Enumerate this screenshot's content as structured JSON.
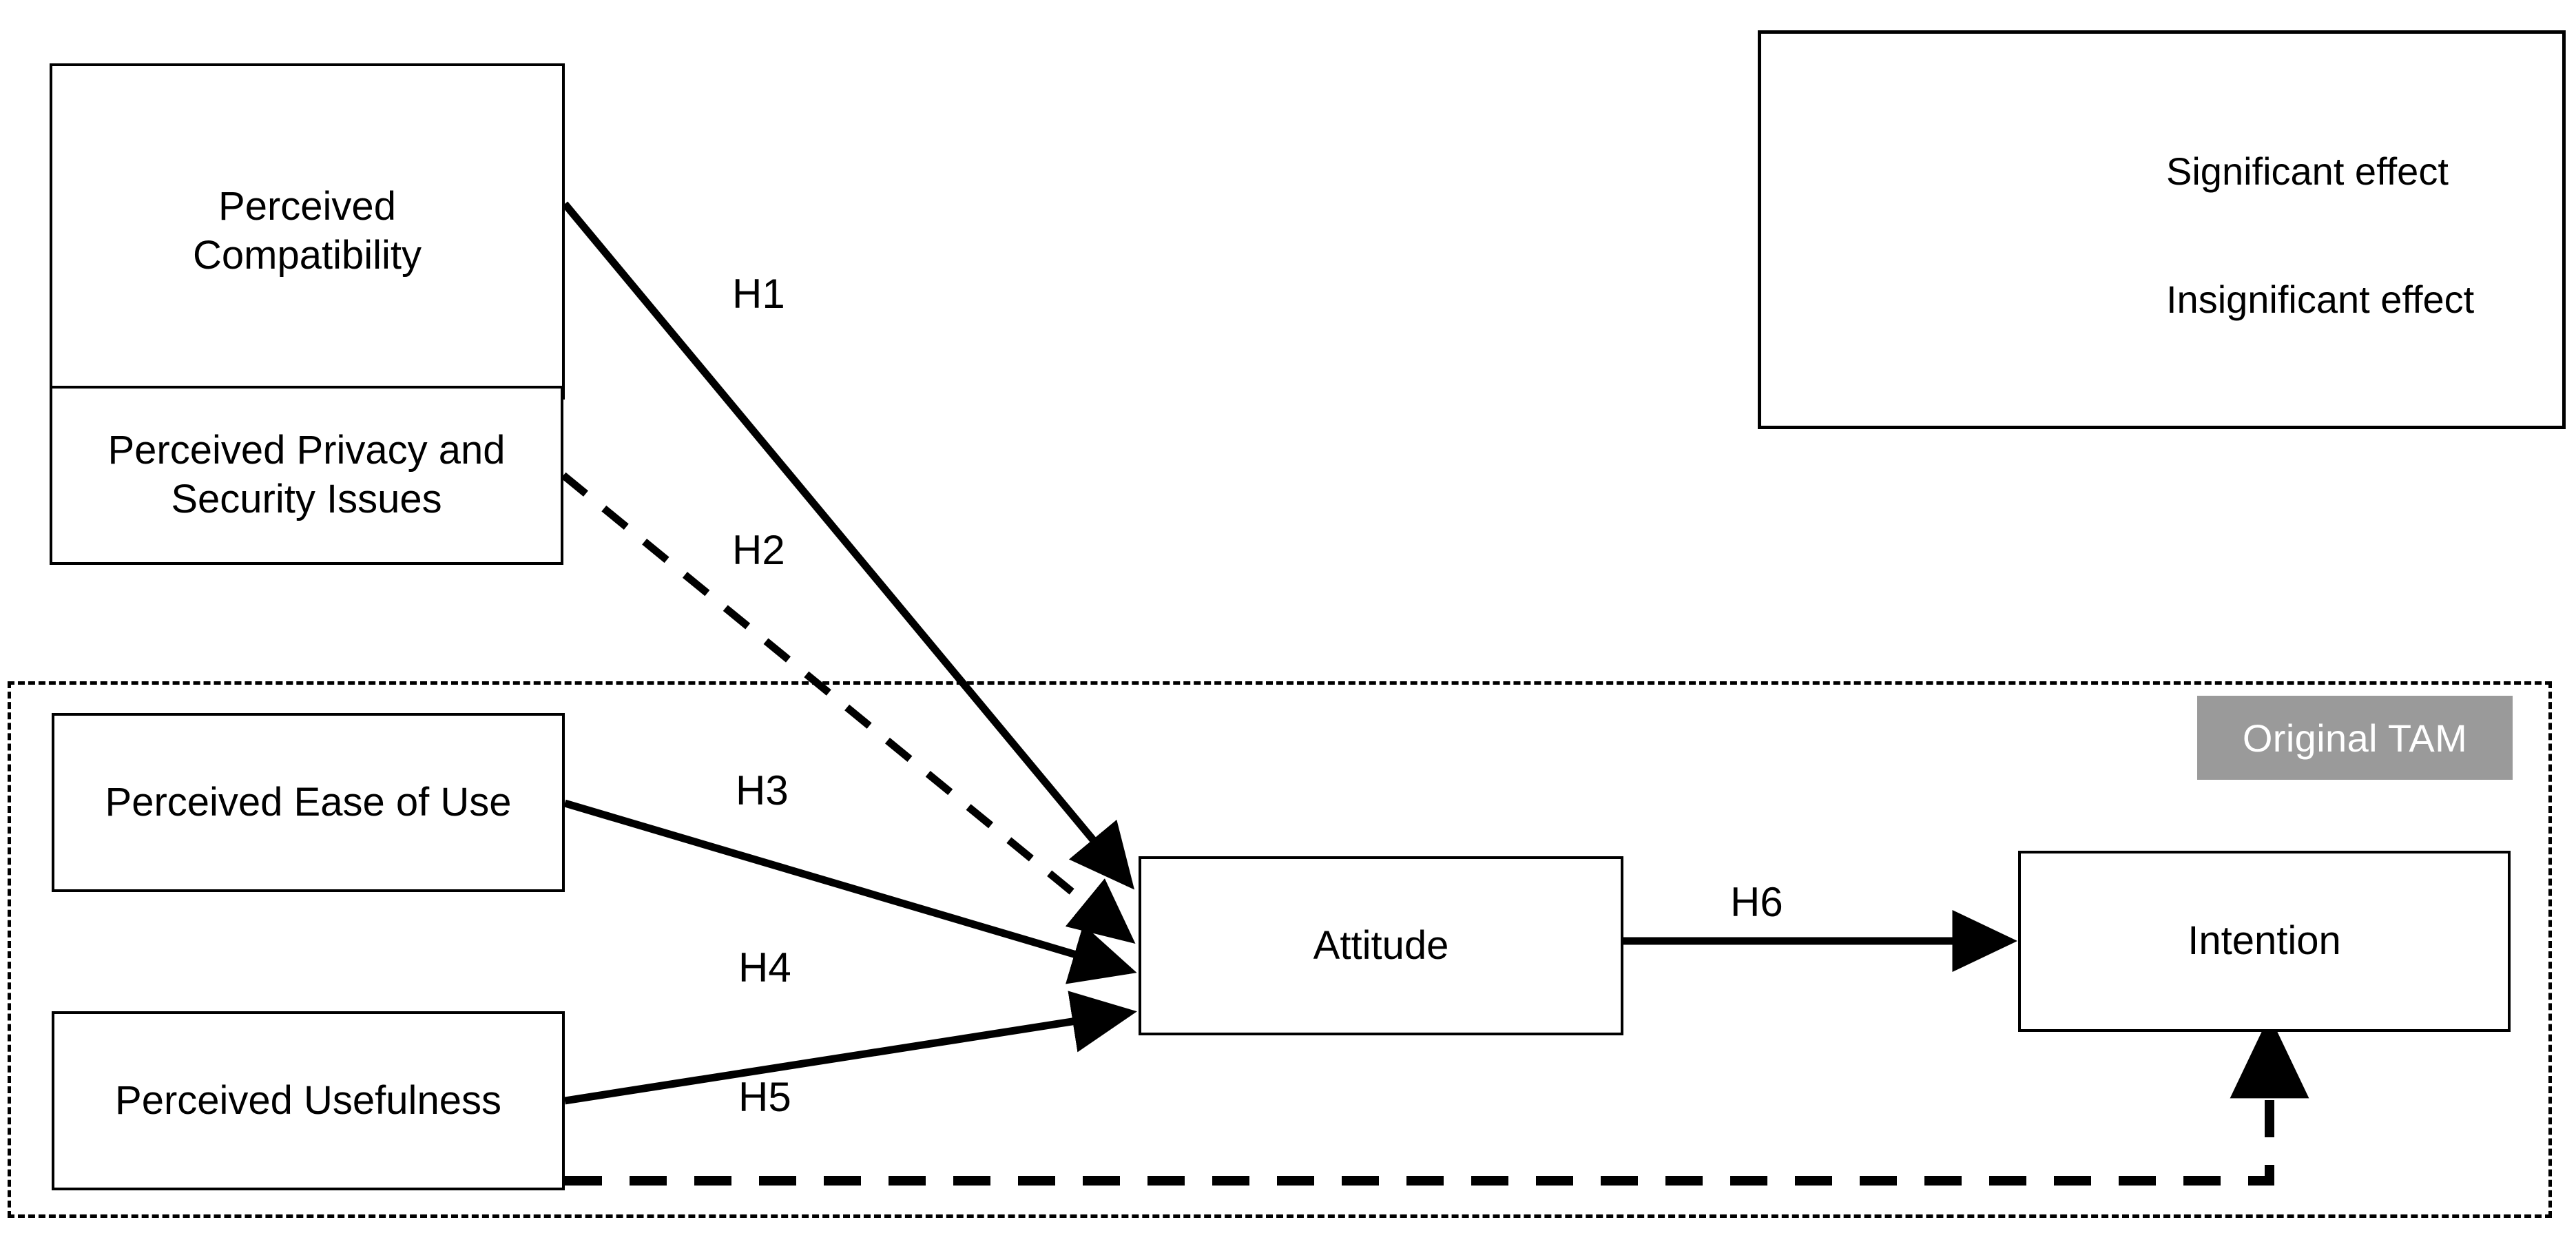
{
  "diagram": {
    "title_region_label": "Original TAM",
    "nodes": [
      {
        "id": "perceived-compatibility",
        "label": "Perceived\nCompatibility"
      },
      {
        "id": "perceived-privacy-security",
        "label": "Perceived Privacy and\nSecurity Issues"
      },
      {
        "id": "perceived-ease-of-use",
        "label": "Perceived Ease of Use"
      },
      {
        "id": "perceived-usefulness",
        "label": "Perceived Usefulness"
      },
      {
        "id": "attitude",
        "label": "Attitude"
      },
      {
        "id": "intention",
        "label": "Intention"
      }
    ],
    "hypotheses": [
      {
        "id": "H1",
        "label": "H1",
        "from": "perceived-compatibility",
        "to": "attitude",
        "style": "solid"
      },
      {
        "id": "H2",
        "label": "H2",
        "from": "perceived-privacy-security",
        "to": "attitude",
        "style": "dashed"
      },
      {
        "id": "H3",
        "label": "H3",
        "from": "perceived-ease-of-use",
        "to": "attitude",
        "style": "solid"
      },
      {
        "id": "H4",
        "label": "H4",
        "from": "perceived-usefulness",
        "to": "attitude",
        "style": "solid"
      },
      {
        "id": "H5",
        "label": "H5",
        "from": "perceived-usefulness",
        "to": "intention",
        "style": "dashed"
      },
      {
        "id": "H6",
        "label": "H6",
        "from": "attitude",
        "to": "intention",
        "style": "solid"
      }
    ],
    "legend": {
      "items": [
        {
          "id": "significant",
          "label": "Significant effect",
          "style": "solid"
        },
        {
          "id": "insignificant",
          "label": "Insignificant effect",
          "style": "dashed"
        }
      ]
    },
    "colors": {
      "stroke": "#000000",
      "badge_background": "#9a9a9a",
      "badge_text": "#ffffff",
      "node_background": "#ffffff",
      "canvas_background": "#ffffff"
    }
  }
}
